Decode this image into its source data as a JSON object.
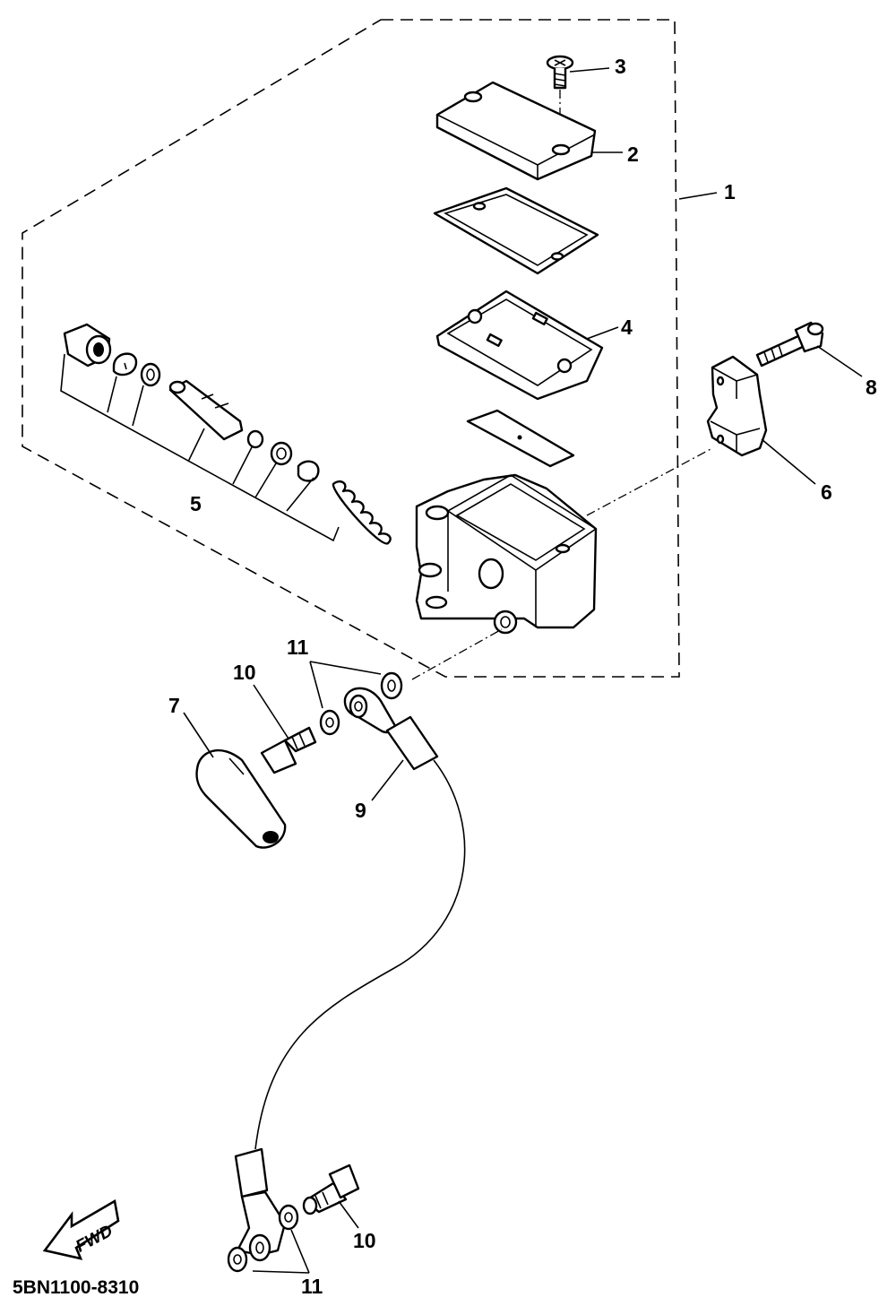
{
  "diagram": {
    "drawing_code": "5BN1100-8310",
    "fwd_arrow_text": "FWD",
    "callouts": {
      "c1": "1",
      "c2": "2",
      "c3": "3",
      "c4": "4",
      "c5": "5",
      "c6": "6",
      "c7": "7",
      "c8": "8",
      "c9": "9",
      "c10_top": "10",
      "c10_bottom": "10",
      "c11_top": "11",
      "c11_bottom": "11"
    }
  }
}
